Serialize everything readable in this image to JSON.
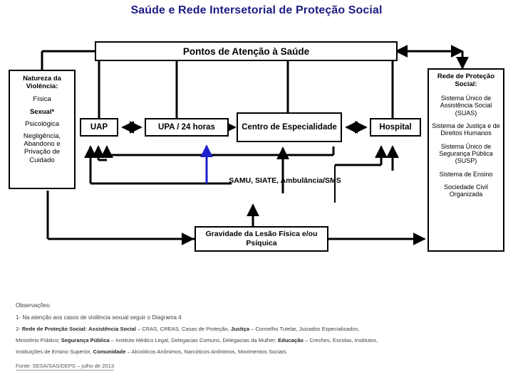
{
  "title": "Saúde e Rede Intersetorial de Proteção Social",
  "colors": {
    "title": "#1c1c82",
    "line": "#000000",
    "accent_arrow": "#2020cc",
    "note_text": "#3e3e3e"
  },
  "nodes": {
    "pontos_atencao": "Pontos de Atenção à Saúde",
    "natureza": {
      "heading": "Natureza da Violência:",
      "items": [
        {
          "label": "Física",
          "bold": false
        },
        {
          "label": "Sexual*",
          "bold": true
        },
        {
          "label": "Psicológica",
          "bold": false
        },
        {
          "label": "Negligência, Abandono e Privação de Cuidado",
          "bold": false
        }
      ]
    },
    "rede": {
      "heading": "Rede de Proteção Social:",
      "items": [
        "Sistema Único de Assistência Social (SUAS)",
        "Sistema de Justiça e de Direitos Humanos",
        "Sistema Único de Segurança Pública (SUSP)",
        "Sistema de Ensino",
        "Sociedade Civil Organizada"
      ]
    },
    "uap": "UAP",
    "upa": "UPA / 24 horas",
    "centro": "Centro de Especialidade",
    "hospital": "Hospital",
    "samu": "SAMU, SIATE, Ambulância/SMS",
    "gravidade": "Gravidade da Lesão Física e/ou Psíquica"
  },
  "notes": {
    "heading": "Observações:",
    "note1": "1- Na atenção aos casos de violência sexual seguir o Diagrama 4",
    "note2": {
      "prefix": "2- ",
      "label_rede": "Rede de Proteção Social:",
      "label_assistencia": "Assistência Social",
      "text_assistencia": " – CRAS, CREAS, Casas de Proteção, ",
      "label_justica": "Justiça",
      "text_justica": " – Conselho Tutelar, Juizados Especializados,",
      "text_mp": "Ministério Público; ",
      "label_seguranca": "Segurança Pública",
      "text_seguranca": " – Instituto Médico Legal, Delegacias Comuns, Delegacias da Mulher; ",
      "label_educacao": "Educação",
      "text_educacao": " – Creches, Escolas, Institutos,",
      "text_ensino": "Instituições de Ensino Superior, ",
      "label_comunidade": "Comunidade",
      "text_comunidade": " – Alcoólicos Anônimos, Narcóticos Anônimos, Movimentos Sociais."
    }
  },
  "source": "Fonte: SESA/SAS/DEPS – julho de 2013"
}
